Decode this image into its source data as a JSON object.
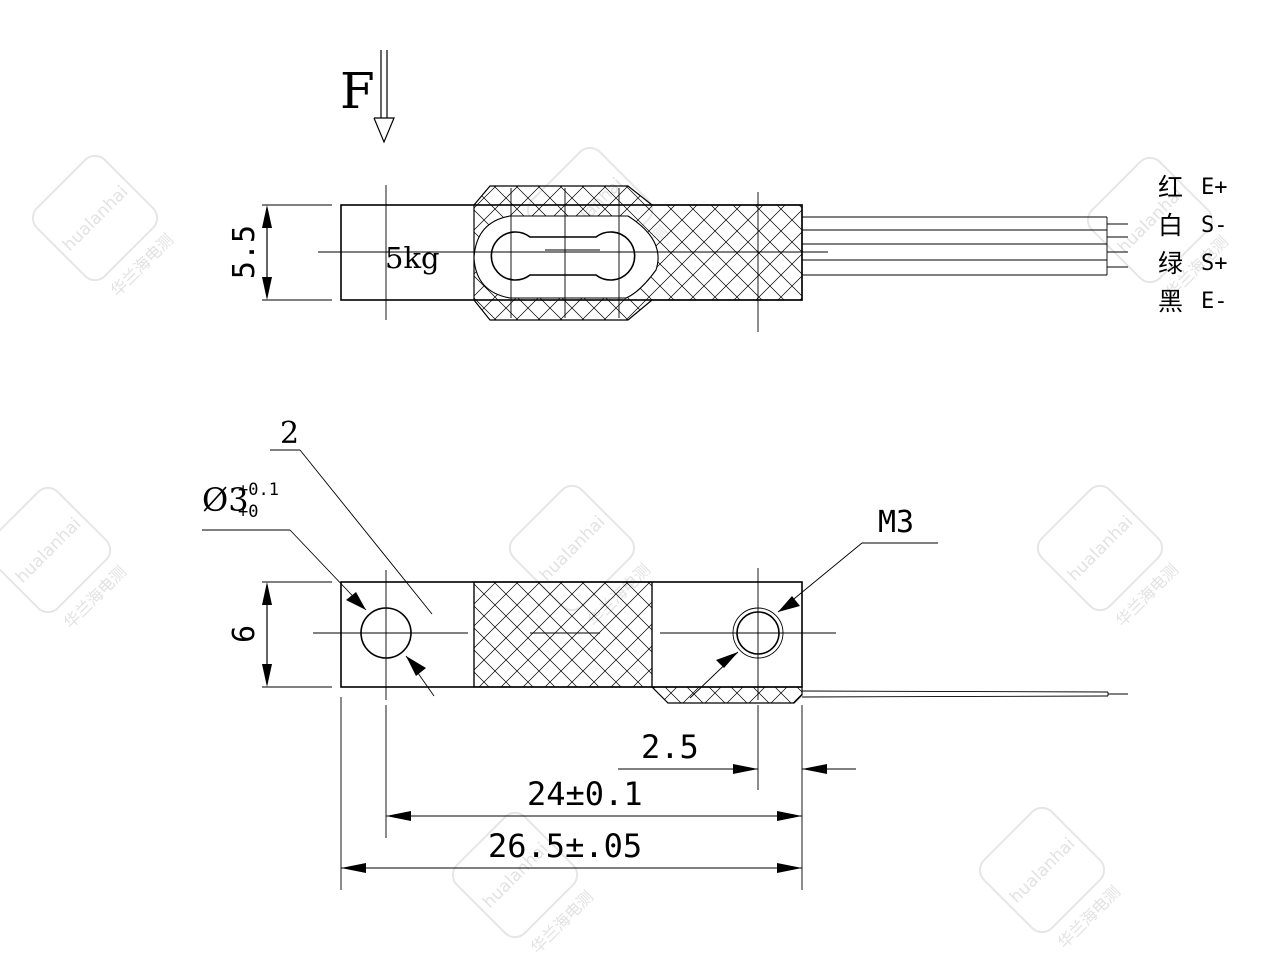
{
  "force": {
    "label": "F"
  },
  "top_view": {
    "capacity_label": "5kg",
    "height_dim": "5.5",
    "wires": [
      {
        "color_cn": "红",
        "signal": "E+"
      },
      {
        "color_cn": "白",
        "signal": "S-"
      },
      {
        "color_cn": "绿",
        "signal": "S+"
      },
      {
        "color_cn": "黑",
        "signal": "E-"
      }
    ]
  },
  "bottom_view": {
    "part_number": "2",
    "hole_dia": "Ø3",
    "hole_tol_upper": "+0.1",
    "hole_tol_lower": "+0",
    "thread_label": "M3",
    "height_dim": "6"
  },
  "dimensions": {
    "offset": "2.5",
    "hole_spacing": "24±0.1",
    "total_length": "26.5±.05"
  },
  "watermark": {
    "brand_pinyin": "hualanhai",
    "brand_cn": "华兰海电测"
  }
}
